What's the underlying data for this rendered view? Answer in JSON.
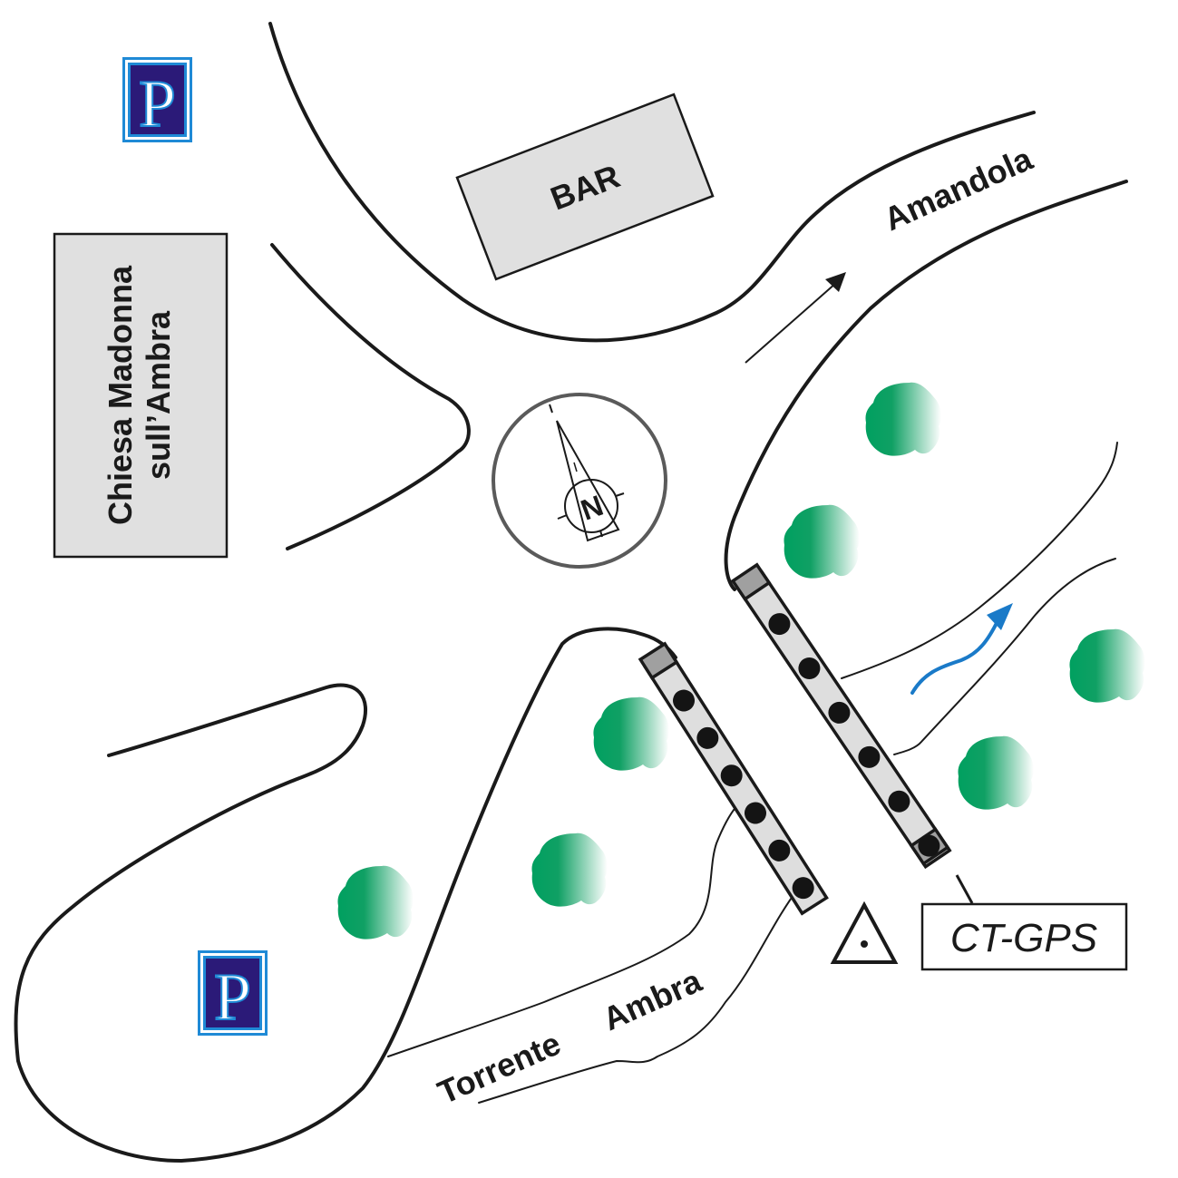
{
  "map": {
    "labels": {
      "bar": "BAR",
      "church_line1": "Chiesa Madonna",
      "church_line2": "sull’Ambra",
      "road_to": "Amandola",
      "river_word1": "Torrente",
      "river_word2": "Ambra",
      "station": "CT-GPS",
      "parking_symbol": "P",
      "compass_letter": "N"
    },
    "parking_areas": [
      {
        "name": "parking-top-left",
        "symbol": "P"
      },
      {
        "name": "parking-bottom-left",
        "symbol": "P"
      }
    ],
    "seismic_lines": [
      {
        "name": "seismic-line-1",
        "geophone_count": 6
      },
      {
        "name": "seismic-line-2",
        "geophone_count": 6
      }
    ],
    "trees_count": 7,
    "colors": {
      "parking_blue_dark": "#2b1a78",
      "parking_blue_light": "#1f8ad6",
      "tree_green": "#00a060",
      "river_flow_arrow": "#1a7ac8",
      "building_fill": "#e0e0e0",
      "cable_fill": "#dedede",
      "cable_cap": "#a0a0a0"
    },
    "icons": {
      "compass": "north-arrow-compass-icon",
      "parking": "parking-sign-icon",
      "tree": "tree-icon",
      "station": "triangle-station-icon",
      "direction": "road-direction-arrow-icon",
      "flow": "river-flow-arrow-icon"
    }
  }
}
